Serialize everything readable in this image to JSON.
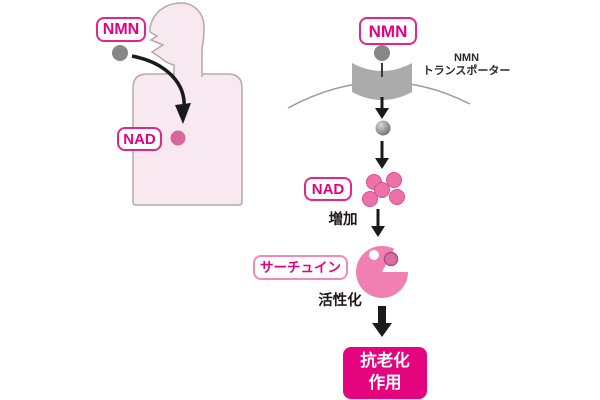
{
  "colors": {
    "magenta_accent": "#e4007f",
    "pill_border": "#e3258b",
    "pill_border_light": "#f089b8",
    "body_fill": "#f8e8f0",
    "body_stroke": "#b4a8ae",
    "gray_molecule": "#878787",
    "transporter_gray": "#ababab",
    "pink_molecule": "#ec72a9",
    "pacman_pink": "#ef80b1",
    "result_box_bg": "#e4047e",
    "arrow_black": "#1a1a1a"
  },
  "left_figure": {
    "nmn_label": "NMN",
    "nad_label": "NAD"
  },
  "pathway": {
    "nmn_label": "NMN",
    "transporter_caption_line1": "NMN",
    "transporter_caption_line2": "トランスポーター",
    "nad_label": "NAD",
    "increase_text": "増加",
    "sirtuin_label": "サーチュイン",
    "activation_text": "活性化",
    "result_line1": "抗老化",
    "result_line2": "作用"
  }
}
